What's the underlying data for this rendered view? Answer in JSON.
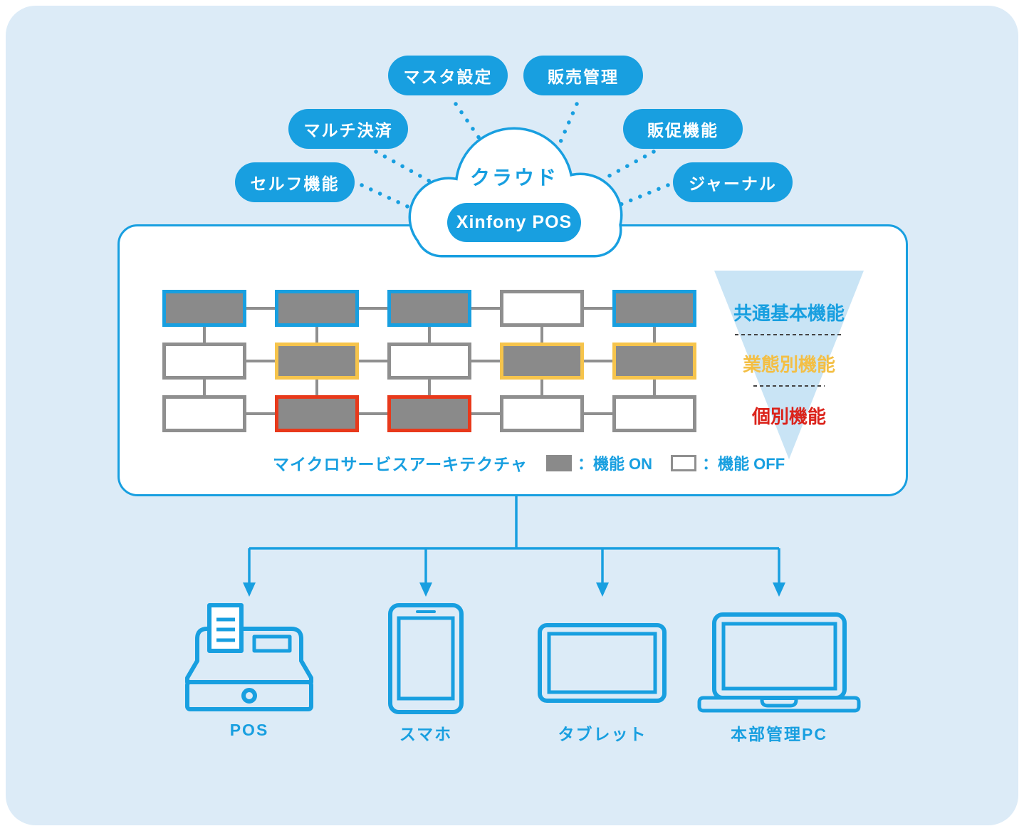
{
  "colors": {
    "background": "#DCEBF7",
    "accent_blue": "#189FE0",
    "panel_white": "#FFFFFF",
    "service_on_fill": "#8A8A8A",
    "service_off_border": "#8F8F8F",
    "tier_common": "#189FE0",
    "tier_format": "#F6C44C",
    "tier_individual": "#E8391B",
    "funnel_fill": "#C9E4F5"
  },
  "cloud": {
    "title": "クラウド",
    "product": "Xinfony POS"
  },
  "features": [
    {
      "label": "マスタ設定"
    },
    {
      "label": "販売管理"
    },
    {
      "label": "マルチ決済"
    },
    {
      "label": "販促機能"
    },
    {
      "label": "セルフ機能"
    },
    {
      "label": "ジャーナル"
    }
  ],
  "panel": {
    "legend": {
      "title": "マイクロサービスアーキテクチャ",
      "on_label": "：機能 ON",
      "off_label": "：機能 OFF"
    },
    "tiers": [
      {
        "id": "common",
        "label": "共通基本機能",
        "color": "#189FE0"
      },
      {
        "id": "format",
        "label": "業態別機能",
        "color": "#F6C44C"
      },
      {
        "id": "individual",
        "label": "個別機能",
        "color": "#E8391B"
      }
    ],
    "grid": {
      "row_tiers": [
        "common",
        "format",
        "individual"
      ],
      "rows": [
        {
          "cells": [
            "on",
            "on",
            "on",
            "off",
            "on"
          ]
        },
        {
          "cells": [
            "off",
            "on",
            "off",
            "on",
            "on"
          ]
        },
        {
          "cells": [
            "off",
            "on",
            "on",
            "off",
            "off"
          ]
        }
      ]
    }
  },
  "devices": [
    {
      "label": "POS"
    },
    {
      "label": "スマホ"
    },
    {
      "label": "タブレット"
    },
    {
      "label": "本部管理PC"
    }
  ]
}
